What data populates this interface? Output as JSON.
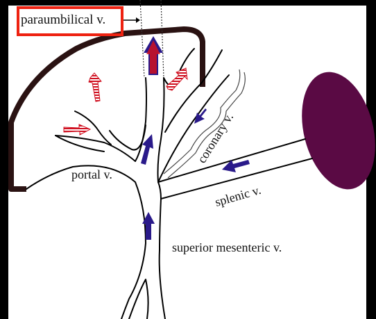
{
  "diagram": {
    "labels": {
      "paraumbilical": "paraumbilical v.",
      "portal": "portal v.",
      "coronary": "coronary v.",
      "splenic": "splenic v.",
      "superior_mesenteric": "superior mesenteric v."
    },
    "colors": {
      "background_border": "#000000",
      "panel": "#ffffff",
      "liver_outline": "#2a1212",
      "spleen": "#5a0a44",
      "flow_arrow": "#2a1a8a",
      "reversed_flow_arrow": "#d01020",
      "highlight_box": "#ee2211"
    },
    "icons": {
      "flow_arrow": "arrow-up-icon",
      "reversed_flow_arrow": "striped-arrow-icon"
    }
  }
}
